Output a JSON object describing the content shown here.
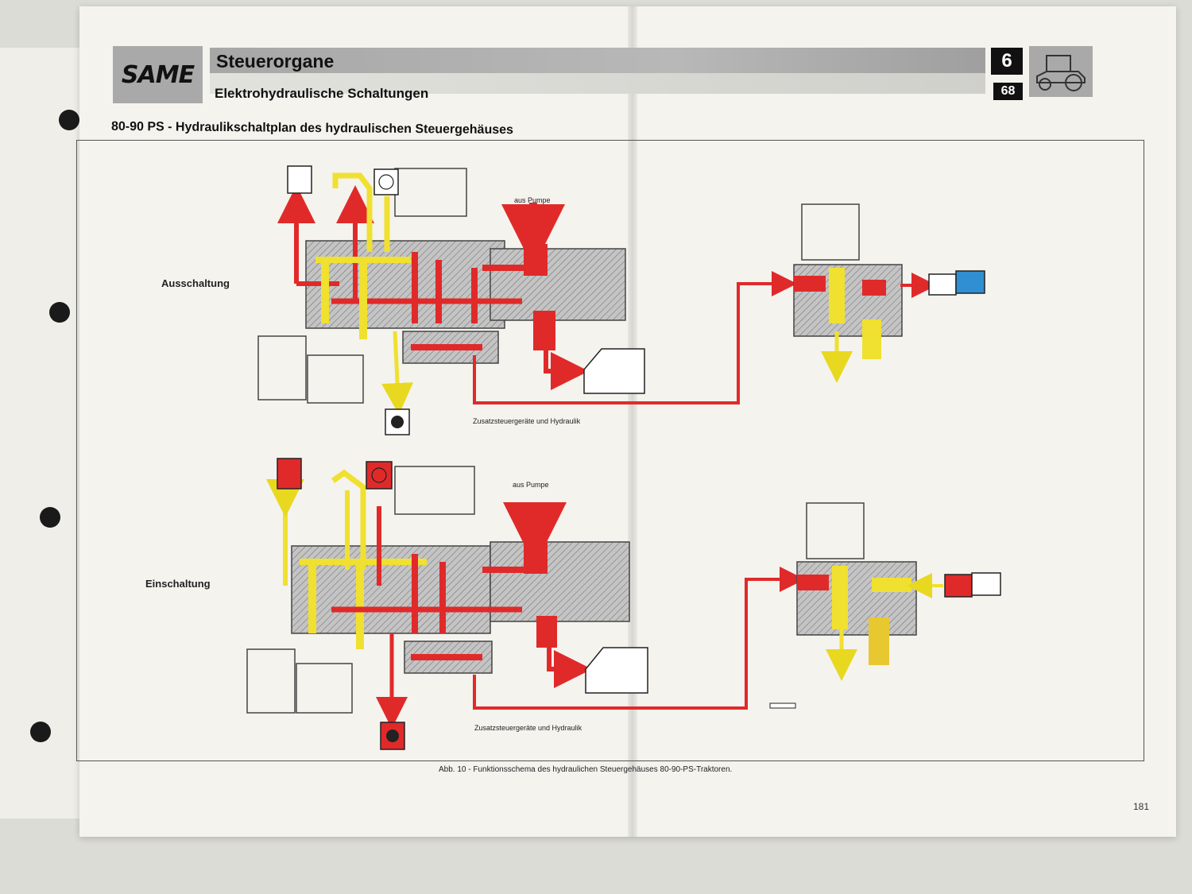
{
  "header": {
    "logo": "SAME",
    "title": "Steuerorgane",
    "subtitle": "Elektrohydraulische Schaltungen",
    "chapter": "6",
    "page_code": "68"
  },
  "section_title": "80-90 PS - Hydraulikschaltplan des hydraulischen Steuergehäuses",
  "diagrams": {
    "top": {
      "state_label": "Ausschaltung",
      "pump_label": "aus Pumpe",
      "bottom_label": "Zusatzsteuergeräte und Hydraulik"
    },
    "bottom": {
      "state_label": "Einschaltung",
      "pump_label": "aus Pumpe",
      "bottom_label": "Zusatzsteuergeräte und Hydraulik"
    }
  },
  "caption": "Abb. 10 - Funktionsschema des hydraulichen Steuergehäuses 80-90-PS-Traktoren.",
  "page_number": "181",
  "colors": {
    "pressure": "#e02a2a",
    "return": "#f0e030",
    "housing": "#b8b8b8",
    "accent_blue": "#2f8fd0"
  },
  "icons": {
    "tractor": "tractor-icon",
    "turtle": "turtle-icon",
    "hare": "hare-icon",
    "four_wheel_drive": "four-wheel-drive-icon",
    "pto": "pto-icon",
    "gear": "gear-icon"
  }
}
